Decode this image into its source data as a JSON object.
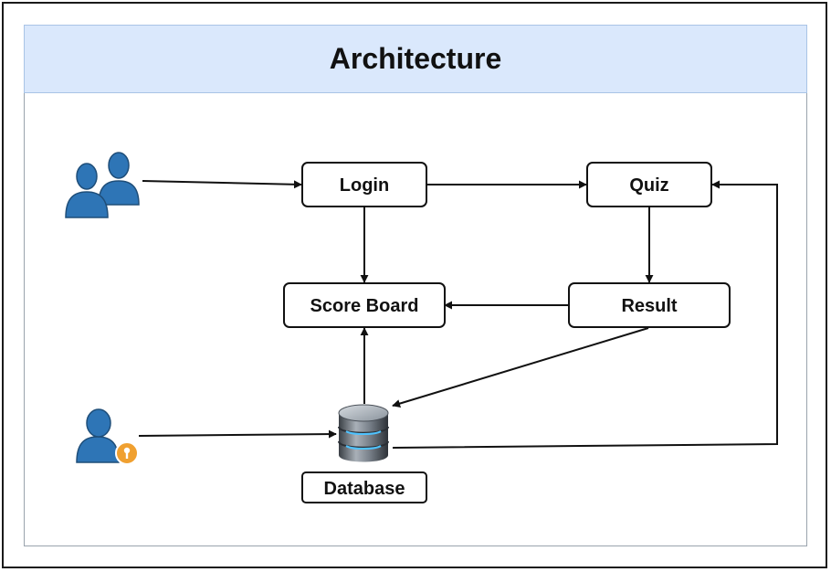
{
  "title": "Architecture",
  "nodes": {
    "login": "Login",
    "quiz": "Quiz",
    "score_board": "Score Board",
    "result": "Result",
    "database": "Database"
  },
  "icons": {
    "users": "users-icon",
    "admin": "admin-user-icon",
    "database": "database-icon"
  },
  "colors": {
    "title_bg": "#dae8fc",
    "user_blue": "#2e75b6",
    "key_orange": "#f0a030"
  }
}
